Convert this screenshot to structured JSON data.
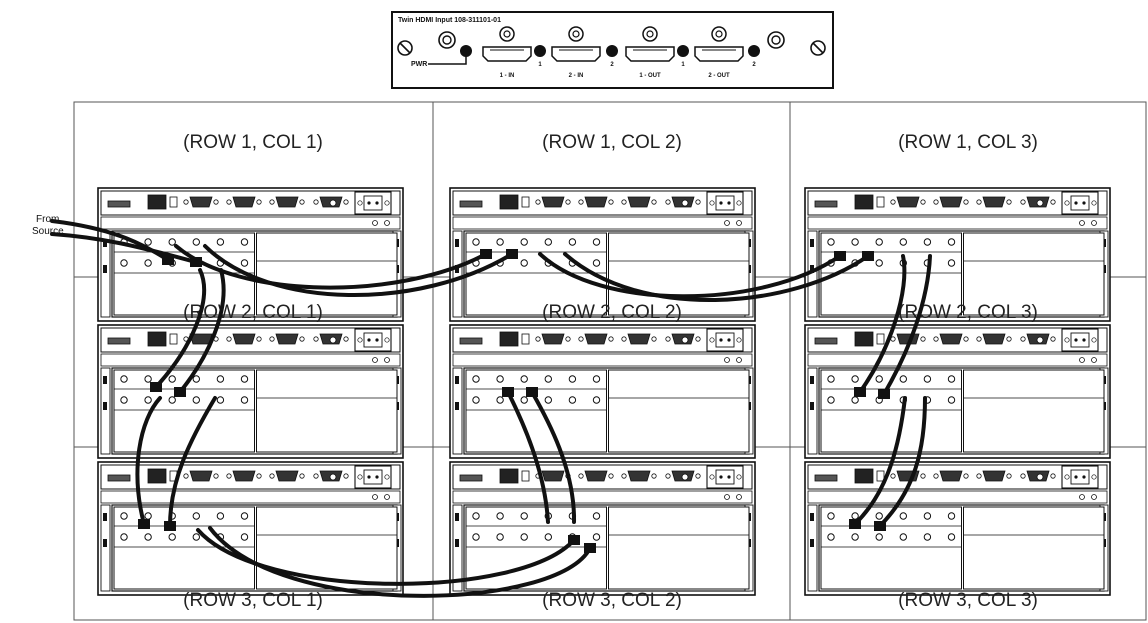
{
  "panel": {
    "title": "Twin HDMI Input 108-311101-01",
    "pwr_label": "PWR",
    "ports": [
      {
        "label": "1 - IN",
        "led": "1"
      },
      {
        "label": "2 - IN",
        "led": "2"
      },
      {
        "label": "1 - OUT",
        "led": "1"
      },
      {
        "label": "2 - OUT",
        "led": "2"
      }
    ]
  },
  "source_label_line1": "From",
  "source_label_line2": "Source",
  "grid": {
    "cells": [
      {
        "label": "(ROW 1, COL 1)"
      },
      {
        "label": "(ROW 1, COL 2)"
      },
      {
        "label": "(ROW 1, COL 3)"
      },
      {
        "label": "(ROW 2, COL 1)"
      },
      {
        "label": "(ROW 2, COL 2)"
      },
      {
        "label": "(ROW 2, COL 3)"
      },
      {
        "label": "(ROW 3, COL 1)"
      },
      {
        "label": "(ROW 3, COL 2)"
      },
      {
        "label": "(ROW 3, COL 3)"
      }
    ]
  },
  "cables": [
    {
      "from": "source",
      "to": "(ROW 1, COL 1)"
    },
    {
      "from": "source",
      "to": "(ROW 1, COL 1)"
    },
    {
      "from": "(ROW 1, COL 1)",
      "to": "(ROW 1, COL 2)"
    },
    {
      "from": "(ROW 1, COL 1)",
      "to": "(ROW 1, COL 2)"
    },
    {
      "from": "(ROW 1, COL 2)",
      "to": "(ROW 1, COL 3)"
    },
    {
      "from": "(ROW 1, COL 2)",
      "to": "(ROW 1, COL 3)"
    },
    {
      "from": "(ROW 1, COL 1)",
      "to": "(ROW 2, COL 1)"
    },
    {
      "from": "(ROW 1, COL 1)",
      "to": "(ROW 2, COL 1)"
    },
    {
      "from": "(ROW 2, COL 1)",
      "to": "(ROW 3, COL 1)"
    },
    {
      "from": "(ROW 2, COL 1)",
      "to": "(ROW 3, COL 1)"
    },
    {
      "from": "(ROW 3, COL 1)",
      "to": "(ROW 3, COL 2)"
    },
    {
      "from": "(ROW 3, COL 1)",
      "to": "(ROW 3, COL 2)"
    },
    {
      "from": "(ROW 3, COL 2)",
      "to": "(ROW 2, COL 2)"
    },
    {
      "from": "(ROW 3, COL 2)",
      "to": "(ROW 2, COL 2)"
    },
    {
      "from": "(ROW 1, COL 3)",
      "to": "(ROW 2, COL 3)"
    },
    {
      "from": "(ROW 1, COL 3)",
      "to": "(ROW 2, COL 3)"
    },
    {
      "from": "(ROW 2, COL 3)",
      "to": "(ROW 3, COL 3)"
    },
    {
      "from": "(ROW 2, COL 3)",
      "to": "(ROW 3, COL 3)"
    }
  ]
}
